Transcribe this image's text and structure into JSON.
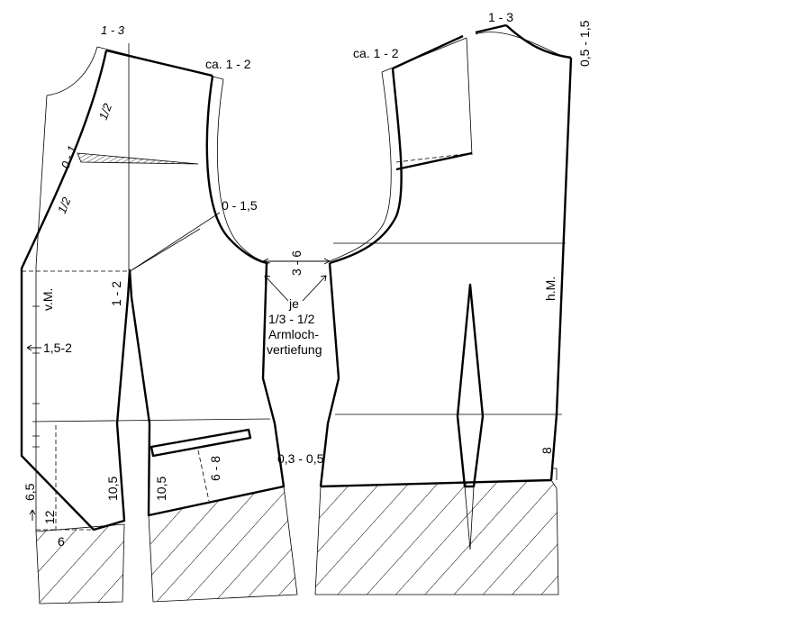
{
  "labels": {
    "front_shoulder_tip": "1 - 3",
    "front_shoulder_end": "ca. 1 - 2",
    "front_neck_half_upper": "1/2",
    "front_neck_zero_one": "0 - 1",
    "front_neck_half_lower": "1/2",
    "front_armhole": "0 - 1,5",
    "armhole_width": "3 - 6",
    "armhole_note_je": "je",
    "armhole_note_fraction": "1/3 - 1/2",
    "armhole_note_word1": "Armloch-",
    "armhole_note_word2": "vertiefung",
    "front_center": "v.M.",
    "front_edge_offset": "1,5-2",
    "front_dart_offset": "1 - 2",
    "front_hem_left": "10,5",
    "front_hem_right": "10,5",
    "front_pocket": "6 - 8",
    "front_point_height": "6,5",
    "front_point_12": "12",
    "front_point_6": "6",
    "side_seam": "0,3 - 0,5",
    "back_shoulder_end": "ca. 1 - 2",
    "back_shoulder_tip": "1 - 3",
    "back_neck": "0,5 - 1,5",
    "back_center": "h.M.",
    "back_hem": "8"
  },
  "icons": {
    "hatching": "diagonal-hatch-pattern"
  }
}
